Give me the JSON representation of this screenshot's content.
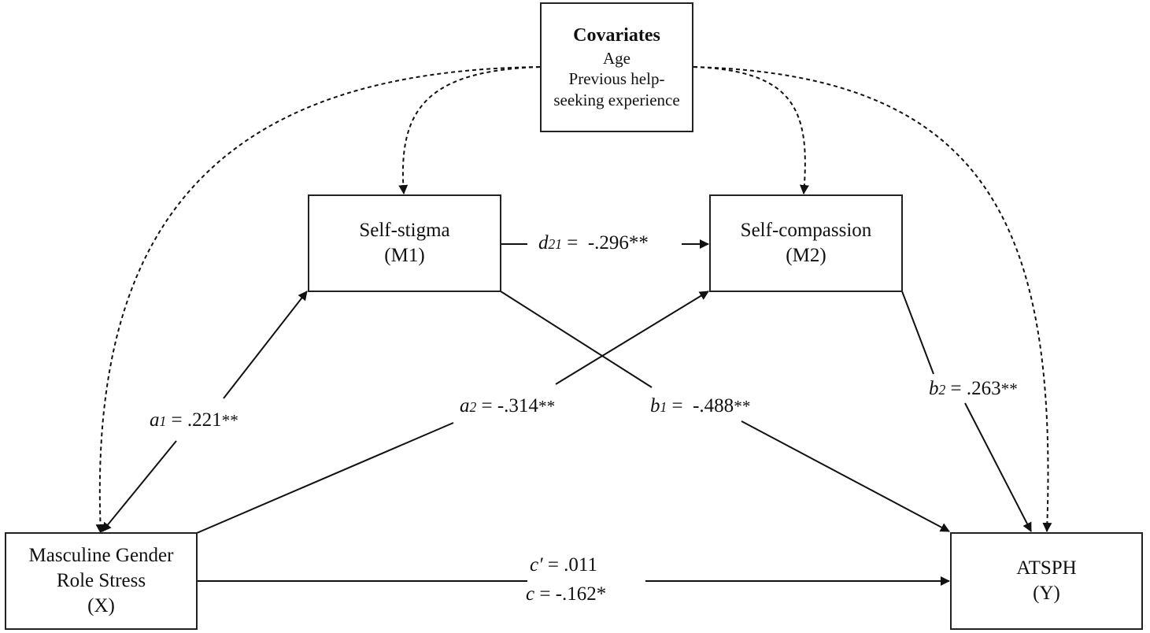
{
  "covariates": {
    "title": "Covariates",
    "items": [
      "Age",
      "Previous help-",
      "seeking experience"
    ]
  },
  "nodes": {
    "m1": {
      "line1": "Self-stigma",
      "line2": "(M1)"
    },
    "m2": {
      "line1": "Self-compassion",
      "line2": "(M2)"
    },
    "x": {
      "line1": "Masculine Gender",
      "line2": "Role Stress",
      "line3": "(X)"
    },
    "y": {
      "line1": "ATSPH",
      "line2": "(Y)"
    }
  },
  "paths": {
    "a1": {
      "symbol": "a",
      "sub": "1",
      "value": "= .221",
      "stars": "**"
    },
    "a2": {
      "symbol": "a",
      "sub": "2",
      "value": "= -.314",
      "stars": "**"
    },
    "b1": {
      "symbol": "b",
      "sub": "1",
      "value": "=  -.488",
      "stars": "**"
    },
    "b2": {
      "symbol": "b",
      "sub": "2",
      "value": "= .263",
      "stars": "**"
    },
    "d21": {
      "symbol": "d",
      "sub": "21",
      "value": "=  -.296**"
    },
    "c_prime": {
      "symbol": "c′",
      "value": "= .011"
    },
    "c": {
      "symbol": "c",
      "value": "= -.162*"
    }
  }
}
